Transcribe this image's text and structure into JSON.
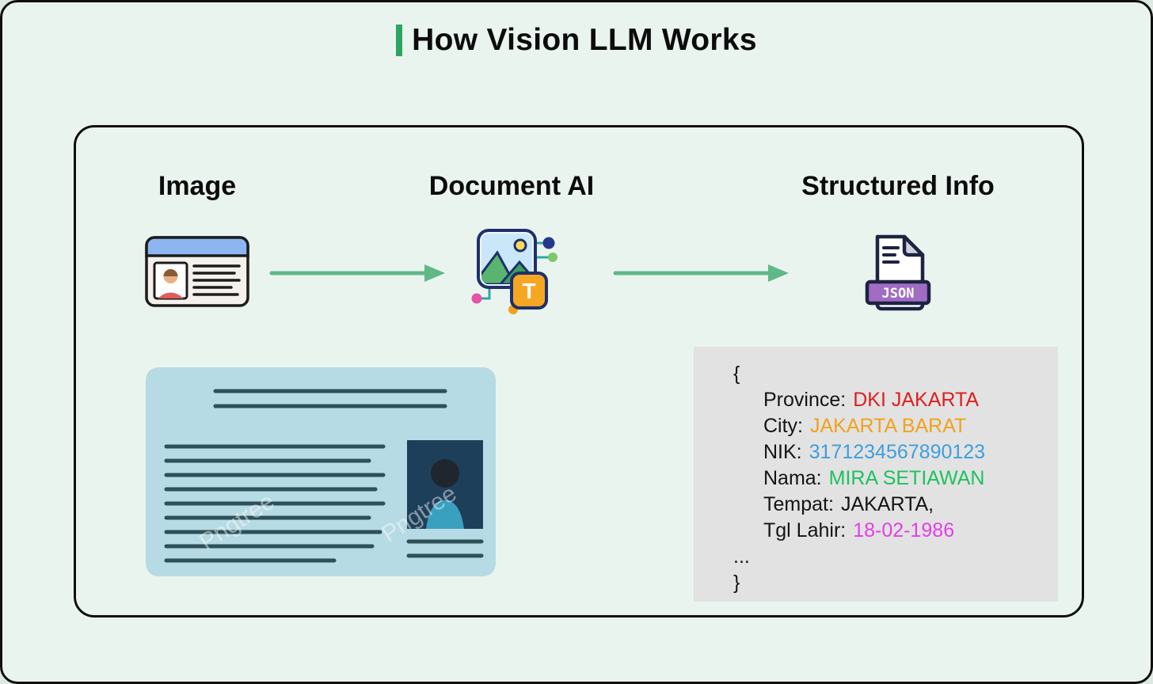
{
  "title": "How Vision LLM Works",
  "accent_color": "#2da562",
  "steps": [
    {
      "label": "Image"
    },
    {
      "label": "Document AI"
    },
    {
      "label": "Structured Info"
    }
  ],
  "doc_ai_badge": "T",
  "json_icon_label": "JSON",
  "watermark": "Pngtree",
  "arrow_color": "#5fb888",
  "output": {
    "open_brace": "{",
    "close_brace": "}",
    "ellipsis": "...",
    "fields": [
      {
        "key": "Province:",
        "value": "DKI JAKARTA",
        "color": "#e01e1e"
      },
      {
        "key": "City:",
        "value": "JAKARTA BARAT",
        "color": "#f0a21c"
      },
      {
        "key": "NIK:",
        "value": "3171234567890123",
        "color": "#3e9ede"
      },
      {
        "key": "Nama:",
        "value": "MIRA SETIAWAN",
        "color": "#1ec15e"
      },
      {
        "key": "Tempat:",
        "value": "JAKARTA,",
        "color": "#141414"
      },
      {
        "key": "Tgl Lahir:",
        "value": "18-02-1986",
        "color": "#e53ee5"
      }
    ]
  }
}
